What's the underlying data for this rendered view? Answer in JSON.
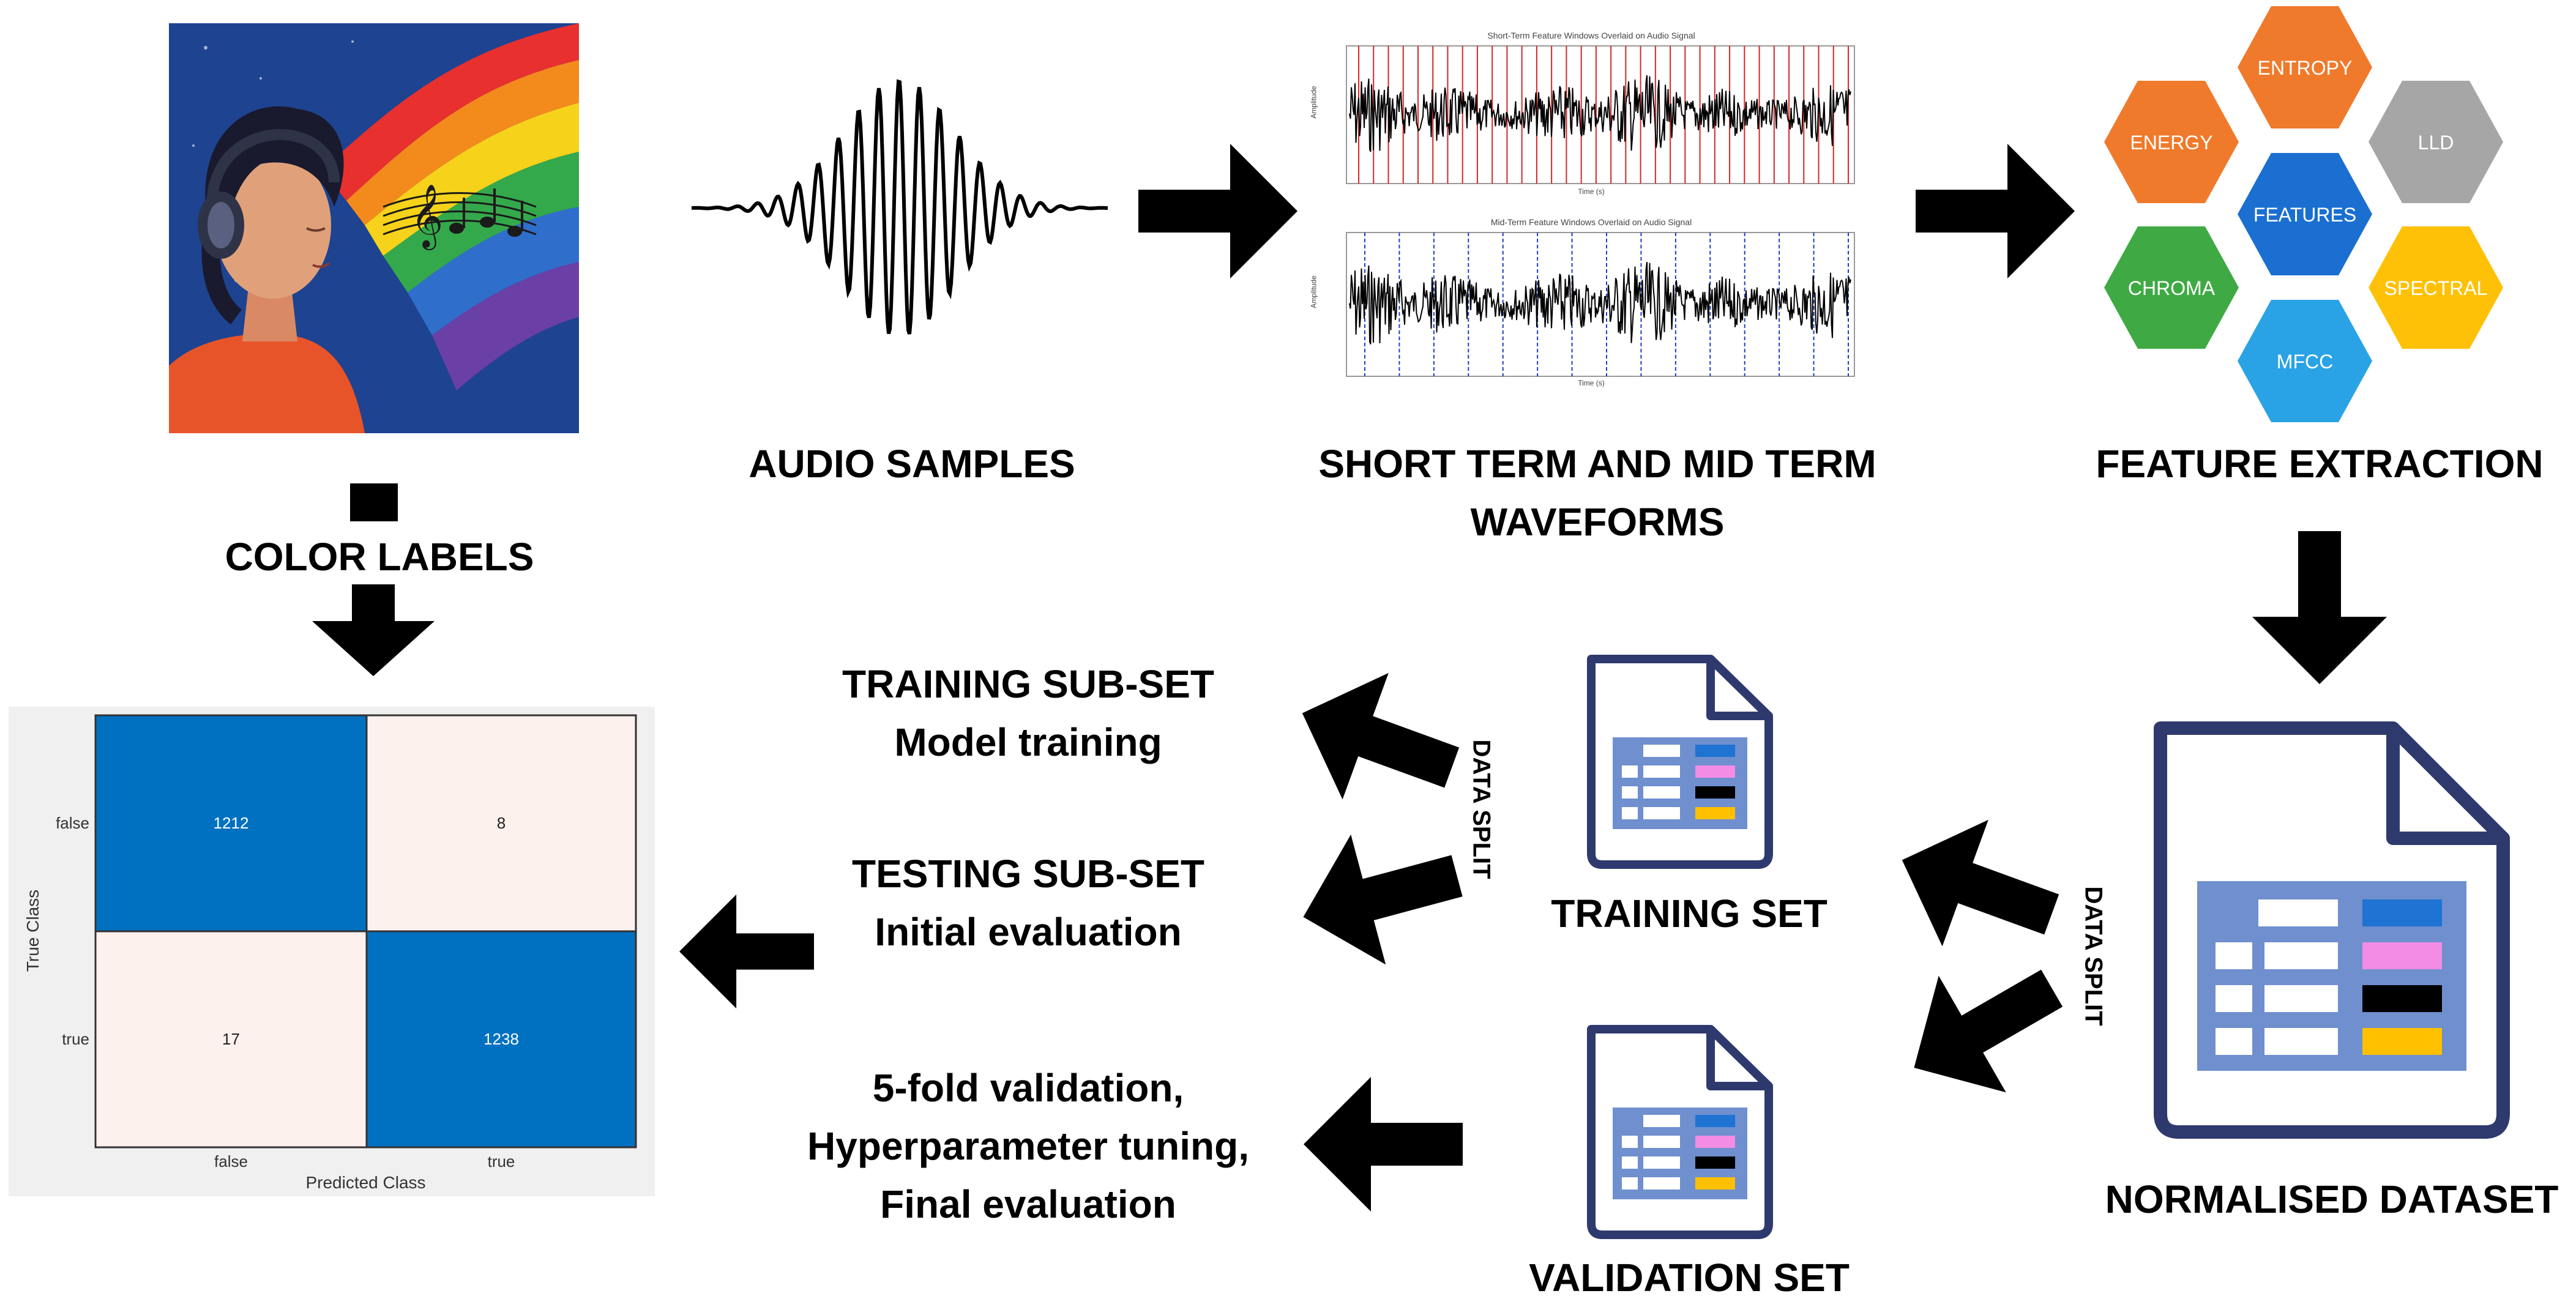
{
  "labels": {
    "color_labels": "COLOR LABELS",
    "audio_samples": "AUDIO SAMPLES",
    "waveforms_line1": "SHORT TERM AND MID TERM",
    "waveforms_line2": "WAVEFORMS",
    "feature_extraction": "FEATURE EXTRACTION",
    "normalised_dataset": "NORMALISED DATASET",
    "training_set": "TRAINING SET",
    "validation_set": "VALIDATION SET",
    "data_split_right": "DATA SPLIT",
    "data_split_middle": "DATA SPLIT",
    "training_subset_line1": "TRAINING SUB-SET",
    "training_subset_line2": "Model training",
    "testing_subset_line1": "TESTING SUB-SET",
    "testing_subset_line2": "Initial evaluation",
    "validation_line1": "5-fold validation,",
    "validation_line2": "Hyperparameter tuning,",
    "validation_line3": "Final evaluation"
  },
  "features": {
    "center": "FEATURES",
    "top": "ENTROPY",
    "top_left": "ENERGY",
    "top_right": "LLD",
    "bottom_left": "CHROMA",
    "bottom_right": "SPECTRAL",
    "bottom": "MFCC"
  },
  "waveform_plots": {
    "top_title": "Short-Term Feature Windows Overlaid on Audio Signal",
    "bottom_title": "Mid-Term Feature Windows Overlaid on Audio Signal",
    "x_label": "Time (s)",
    "y_label": "Amplitude"
  },
  "confusion_matrix": {
    "row_labels": [
      "false",
      "true"
    ],
    "col_labels": [
      "false",
      "true"
    ],
    "values": [
      [
        "1212",
        "8"
      ],
      [
        "17",
        "1238"
      ]
    ],
    "x_label": "Predicted Class",
    "y_label": "True Class",
    "high_color": "#0071C1",
    "low_color": "#FDF1EE"
  },
  "colors": {
    "doc_outline": "#2E3A6E",
    "doc_table": "#6F8FCE",
    "swatch_blue": "#1F73D2",
    "swatch_pink": "#F28CE4",
    "swatch_black": "#000000",
    "swatch_yellow": "#FFC000"
  }
}
